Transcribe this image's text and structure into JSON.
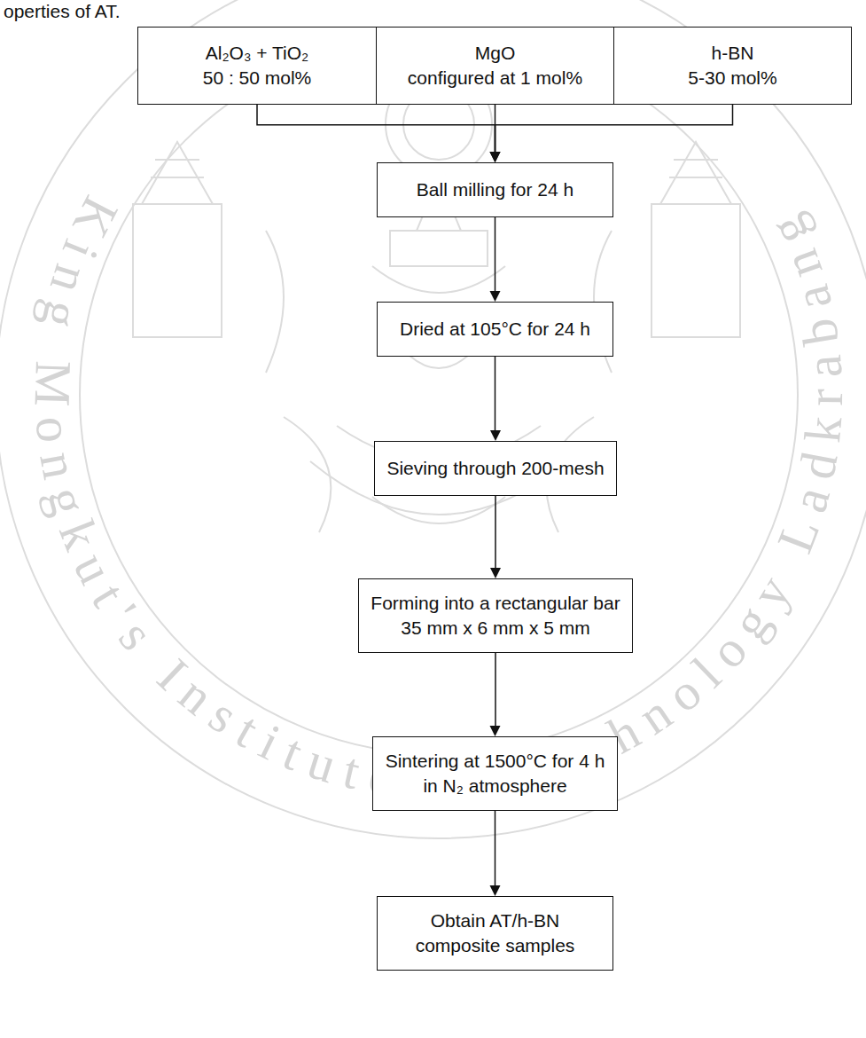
{
  "diagram": {
    "nodes": [
      {
        "text": [
          "Al₂O₃ + TiO₂",
          "50 : 50 mol%"
        ]
      },
      {
        "text": [
          "MgO",
          "configured at 1 mol%"
        ]
      },
      {
        "text": [
          "h-BN",
          "5-30 mol%"
        ]
      },
      {
        "text": [
          "Ball milling for 24 h"
        ]
      },
      {
        "text": [
          "Dried at 105°C for 24 h"
        ]
      },
      {
        "text": [
          "Sieving through 200-mesh"
        ]
      },
      {
        "text": [
          "Forming into a rectangular bar",
          "35 mm x 6 mm x 5 mm"
        ]
      },
      {
        "text": [
          "Sintering at 1500°C for 4 h",
          "in N₂ atmosphere"
        ]
      },
      {
        "text": [
          "Obtain AT/h-BN",
          "composite samples"
        ]
      }
    ],
    "edges": [
      {
        "from": 0,
        "to": 3,
        "arrow": "to"
      },
      {
        "from": 1,
        "to": 3,
        "arrow": "to"
      },
      {
        "from": 2,
        "to": 3,
        "arrow": "to"
      },
      {
        "from": 3,
        "to": 4,
        "arrow": "to"
      },
      {
        "from": 4,
        "to": 5,
        "arrow": "to"
      },
      {
        "from": 5,
        "to": 6,
        "arrow": "to"
      },
      {
        "from": 6,
        "to": 7,
        "arrow": "to"
      },
      {
        "from": 7,
        "to": 8,
        "arrow": "to"
      }
    ],
    "labels": [
      "operties of AT.",
      "King Mongkut's Institute of Technology Ladkrabang"
    ]
  }
}
